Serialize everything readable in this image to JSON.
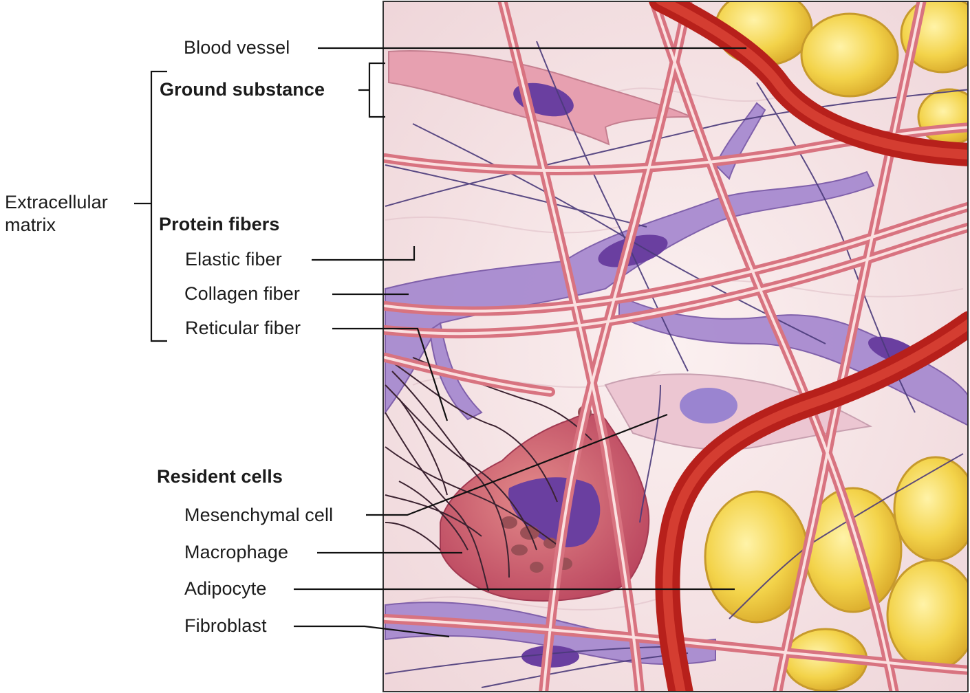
{
  "labels": {
    "blood_vessel": "Blood vessel",
    "ground_substance": "Ground substance",
    "extracellular_matrix": "Extracellular matrix",
    "protein_fibers": "Protein fibers",
    "elastic_fiber": "Elastic fiber",
    "collagen_fiber": "Collagen fiber",
    "reticular_fiber": "Reticular fiber",
    "resident_cells": "Resident cells",
    "mesenchymal_cell": "Mesenchymal cell",
    "macrophage": "Macrophage",
    "adipocyte": "Adipocyte",
    "fibroblast": "Fibroblast"
  },
  "colors": {
    "background_tissue": "#f6e4e4",
    "collagen": "#e8888f",
    "collagen_highlight": "#fbe0e0",
    "blood_vessel": "#cf2a22",
    "fibroblast": "#9a7bc4",
    "nucleus": "#6a3fa0",
    "adipocyte": "#f2d24a",
    "macrophage": "#c8536a",
    "reticular": "#3b2230",
    "elastic": "#4a3a7a",
    "leader_line": "#111111"
  }
}
